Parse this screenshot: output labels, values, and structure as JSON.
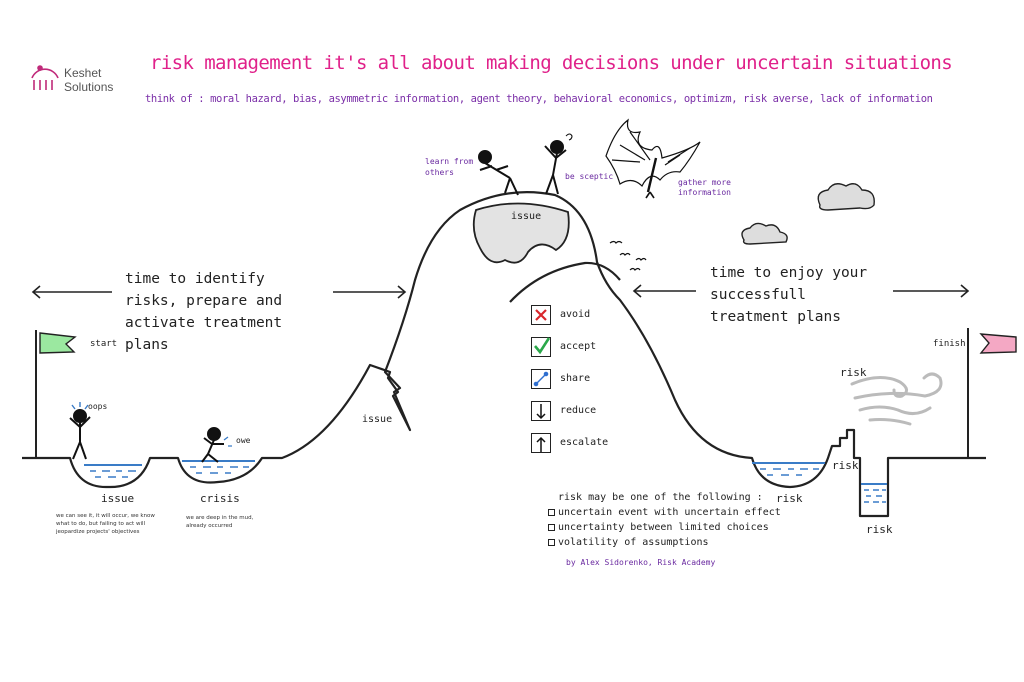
{
  "logo": {
    "line1": "Keshet",
    "line2": "Solutions"
  },
  "title": "risk management it's all about making decisions under uncertain situations",
  "subtitle": "think of : moral hazard, bias, asymmetric information, agent theory, behavioral economics, optimizm, risk averse, lack of information",
  "left_text": "time to identify risks, prepare  and activate treatment plans",
  "right_text": "time to enjoy your successfull treatment plans",
  "flags": {
    "start": "start",
    "finish": "finish",
    "start_color": "#9be8a0",
    "finish_color": "#f4a8c4"
  },
  "pits": {
    "oops": "oops",
    "issue": "issue",
    "issue_desc": "we can see it, it will occur, we know what to do, but failing to act will jeopardize projects' objectives",
    "crisis": "crisis",
    "crisis_desc": "we are deep in the mud, already occurred",
    "owe": "owe"
  },
  "mountain": {
    "learn": "learn from others",
    "sceptic": "be sceptic",
    "gather": "gather more information",
    "peak_issue": "issue",
    "cliff_issue": "issue"
  },
  "options": [
    {
      "label": "avoid",
      "icon": "x-icon"
    },
    {
      "label": "accept",
      "icon": "check-icon"
    },
    {
      "label": "share",
      "icon": "share-icon"
    },
    {
      "label": "reduce",
      "icon": "arrow-down-icon"
    },
    {
      "label": "escalate",
      "icon": "arrow-up-icon"
    }
  ],
  "risk_list": {
    "heading": "risk may be one of the following :",
    "items": [
      "uncertain event with uncertain effect",
      "uncertainty between limited choices",
      "volatility of assumptions"
    ],
    "credit": "by Alex Sidorenko, Risk Academy"
  },
  "right_risks": {
    "wind": "risk",
    "pit1": "risk",
    "stairs": "risk",
    "pit2": "risk"
  },
  "colors": {
    "title": "#e0218a",
    "subtitle": "#7b2fa8",
    "water": "#3a7cc7",
    "x": "#d9262b",
    "check": "#2aa84a",
    "share": "#2f6fd0"
  }
}
